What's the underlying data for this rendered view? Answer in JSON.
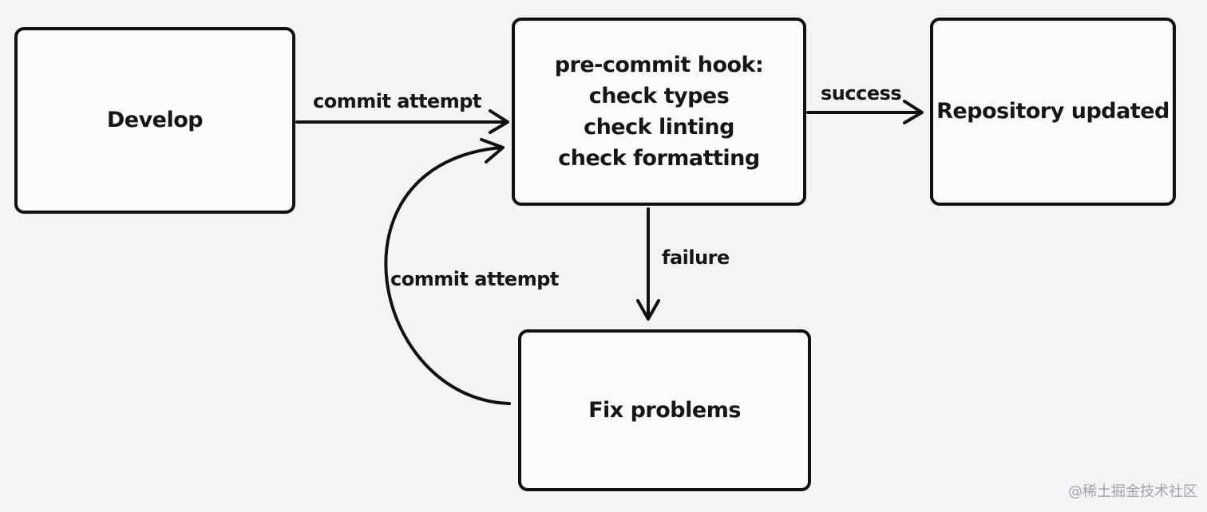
{
  "nodes": {
    "develop": "Develop",
    "hook": {
      "title": "pre-commit hook:",
      "lines": [
        "check types",
        "check linting",
        "check formatting"
      ]
    },
    "repo": "Repository updated",
    "fix": "Fix problems"
  },
  "edges": {
    "develop_to_hook": "commit attempt",
    "hook_to_repo": "success",
    "hook_to_fix": "failure",
    "fix_to_hook": "commit attempt"
  },
  "watermark": "@稀土掘金技术社区"
}
